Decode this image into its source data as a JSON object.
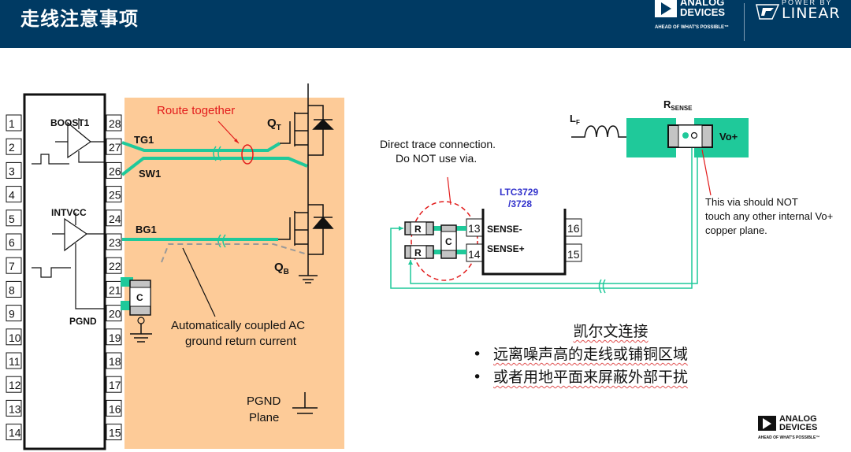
{
  "header": {
    "title": "走线注意事项",
    "brand": {
      "adi_line1": "ANALOG",
      "adi_line2": "DEVICES",
      "adi_tagline": "AHEAD OF WHAT'S POSSIBLE™",
      "linear_top": "POWER BY",
      "linear_name": "LINEAR"
    }
  },
  "colors": {
    "header_bg": "#003a63",
    "trace": "#1fc99a",
    "pcb_plane": "#fdcb98",
    "annotation_red": "#e21b1b",
    "chip_label_blue": "#3333cc"
  },
  "left_diagram": {
    "left_pins": [
      "1",
      "2",
      "3",
      "4",
      "5",
      "6",
      "7",
      "8",
      "9",
      "10",
      "11",
      "12",
      "13",
      "14"
    ],
    "right_pins": [
      "28",
      "27",
      "26",
      "25",
      "24",
      "23",
      "22",
      "21",
      "20",
      "19",
      "18",
      "17",
      "16",
      "15"
    ],
    "labels": {
      "boost": "BOOST1",
      "intvcc": "INTVCC",
      "pgnd": "PGND",
      "tg1": "TG1",
      "sw1": "SW1",
      "bg1": "BG1",
      "qt_main": "Q",
      "qt_sub": "T",
      "qb_main": "Q",
      "qb_sub": "B",
      "cap": "C",
      "route_together": "Route together",
      "ac_line1": "Automatically coupled AC",
      "ac_line2": "ground return current",
      "pgnd_plane_line1": "PGND",
      "pgnd_plane_line2": "Plane"
    }
  },
  "right_diagram": {
    "direct_line1": "Direct trace connection.",
    "direct_line2": "Do NOT use via.",
    "chip_line1": "LTC3729",
    "chip_line2": "/3728",
    "pin13": "13",
    "pin14": "14",
    "pin15": "15",
    "pin16": "16",
    "sense_minus": "SENSE-",
    "sense_plus": "SENSE+",
    "resistor": "R",
    "cap": "C",
    "lf_main": "L",
    "lf_sub": "F",
    "rsense_main": "R",
    "rsense_sub": "SENSE",
    "vo": "Vo+",
    "via_line1": "This via should NOT",
    "via_line2": "touch any other internal Vo+",
    "via_line3": "copper plane."
  },
  "kelvin": {
    "heading": "凯尔文连接",
    "bullets": [
      "远离噪声高的走线或铺铜区域",
      "或者用地平面来屏蔽外部干扰"
    ],
    "bullet_glyph": "•"
  },
  "footer_logo": {
    "line1": "ANALOG",
    "line2": "DEVICES",
    "tagline": "AHEAD OF WHAT'S POSSIBLE™"
  }
}
